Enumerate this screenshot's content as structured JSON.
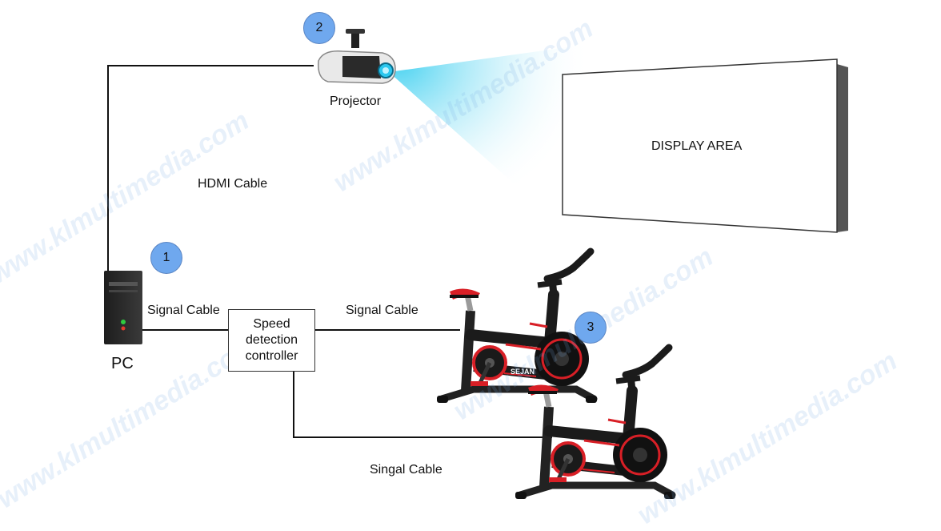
{
  "watermark": "www.klmultimedia.com",
  "colors": {
    "badge_fill": "#6fa8ee",
    "line": "#111111",
    "beam": "#5fd6f2",
    "bike_accent": "#d81f26",
    "screen_edge": "#555555"
  },
  "nodes": {
    "pc": {
      "label": "PC",
      "badge": "1"
    },
    "projector": {
      "label": "Projector",
      "badge": "2"
    },
    "bikes": {
      "badge": "3"
    },
    "controller": {
      "label": "Speed\ndetection\ncontroller"
    },
    "display": {
      "label": "DISPLAY AREA"
    }
  },
  "cables": {
    "hdmi": "HDMI Cable",
    "pc_to_controller": "Signal Cable",
    "controller_to_bike1": "Signal Cable",
    "controller_to_bike2": "Singal Cable"
  },
  "bike_brand": "SEJAN"
}
